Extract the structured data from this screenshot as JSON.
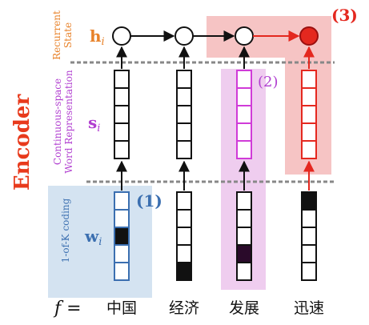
{
  "encoder_label": "Encoder",
  "section_labels": {
    "recurrent": [
      "Recurrent",
      "State"
    ],
    "continuous": [
      "Continuous-space",
      "Word Representation"
    ],
    "onehot": "1-of-K coding"
  },
  "vector_labels": {
    "h": "h",
    "s": "s",
    "w": "w",
    "sub": "i"
  },
  "step_markers": [
    "(1)",
    "(2)",
    "(3)"
  ],
  "f_label": "f =",
  "words": [
    "中国",
    "经济",
    "发展",
    "迅速"
  ],
  "colors": {
    "encoder": "#e83a1c",
    "orange_text": "#e8822a",
    "magenta_text": "#b13fd0",
    "blue": "#3b6fb0",
    "magenta": "#d03bd8",
    "red_node": "#e4281f",
    "highlight_blue": "#d4e3f1",
    "highlight_magenta": "#efcdef",
    "highlight_red": "#f6c4c4"
  },
  "onehot_active_cells": [
    {
      "column": 1,
      "cells": [
        {
          "index": 2,
          "shade": "#111111"
        }
      ]
    },
    {
      "column": 2,
      "cells": [
        {
          "index": 4,
          "shade": "#111111"
        }
      ]
    },
    {
      "column": 3,
      "cells": [
        {
          "index": 3,
          "shade": "#2a0a2a"
        }
      ]
    },
    {
      "column": 4,
      "cells": [
        {
          "index": 0,
          "shade": "#111111"
        }
      ]
    }
  ]
}
